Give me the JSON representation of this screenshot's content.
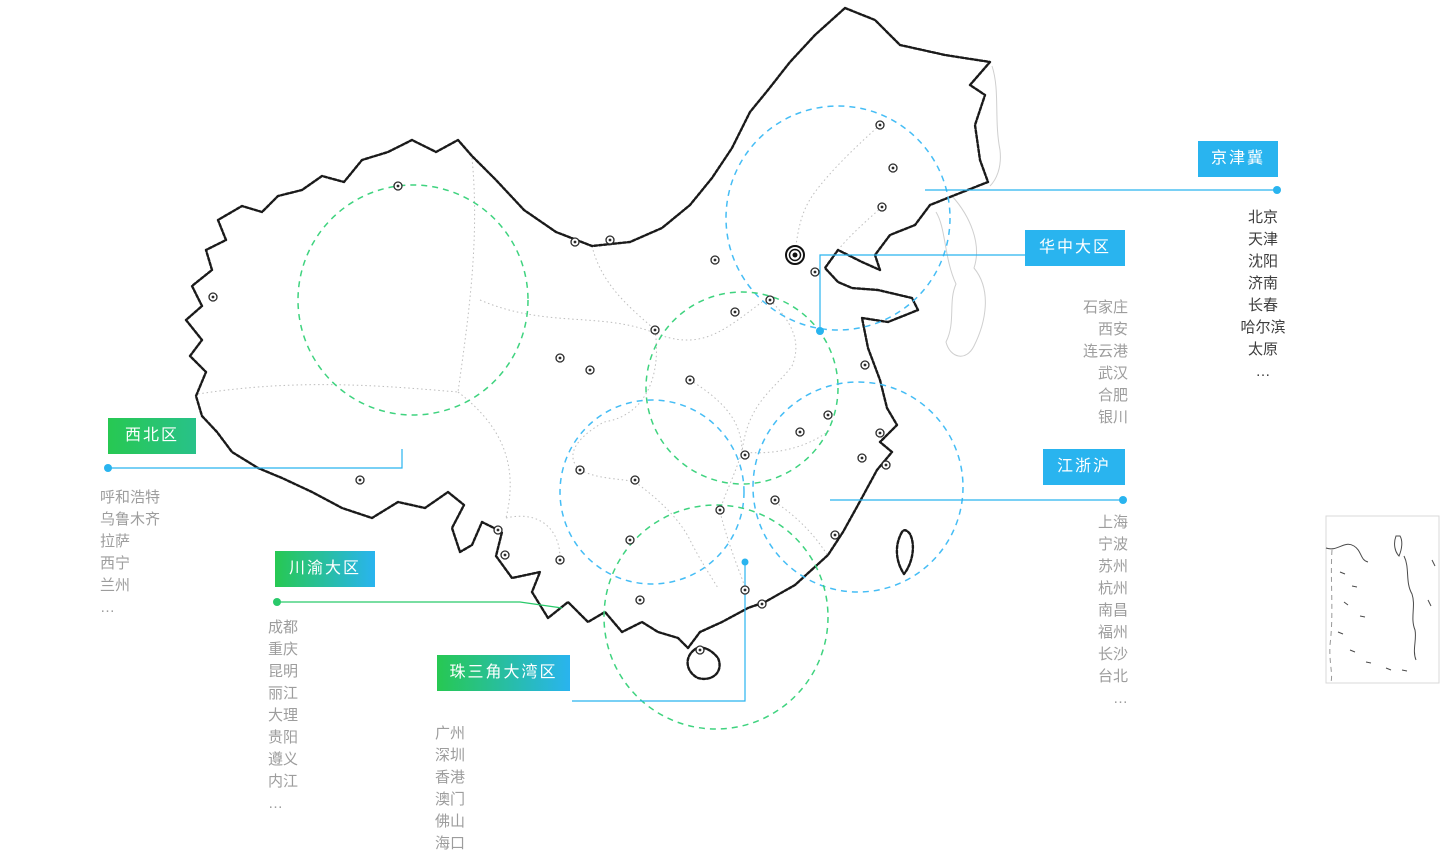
{
  "colors": {
    "accent_blue": "#29b4ef",
    "accent_green": "#27c852",
    "accent_green_dark": "#28c289",
    "dark_text": "#3d3d3d",
    "gray_text": "#9d9d9d",
    "map_outline": "#1a1a1a"
  },
  "icons": {
    "city_marker": "◎"
  },
  "regions": [
    {
      "id": "jingjinji",
      "label": "京津冀",
      "accent": "blue",
      "cities": [
        "北京",
        "天津",
        "沈阳",
        "济南",
        "长春",
        "哈尔滨",
        "太原",
        "…"
      ]
    },
    {
      "id": "huazhong",
      "label": "华中大区",
      "accent": "blue",
      "cities": [
        "石家庄",
        "西安",
        "连云港",
        "武汉",
        "合肥",
        "银川"
      ]
    },
    {
      "id": "xibei",
      "label": "西北区",
      "accent": "green",
      "cities": [
        "呼和浩特",
        "乌鲁木齐",
        "拉萨",
        "西宁",
        "兰州",
        "…"
      ]
    },
    {
      "id": "chuanyu",
      "label": "川渝大区",
      "accent": "green-blue",
      "cities": [
        "成都",
        "重庆",
        "昆明",
        "丽江",
        "大理",
        "贵阳",
        "遵义",
        "内江",
        "…"
      ]
    },
    {
      "id": "zhusanjiao",
      "label": "珠三角大湾区",
      "accent": "green-blue",
      "cities": [
        "广州",
        "深圳",
        "香港",
        "澳门",
        "佛山",
        "海口",
        "…"
      ]
    },
    {
      "id": "jiangzhehu",
      "label": "江浙沪",
      "accent": "blue",
      "cities": [
        "上海",
        "宁波",
        "苏州",
        "杭州",
        "南昌",
        "福州",
        "长沙",
        "台北",
        "…"
      ]
    }
  ]
}
